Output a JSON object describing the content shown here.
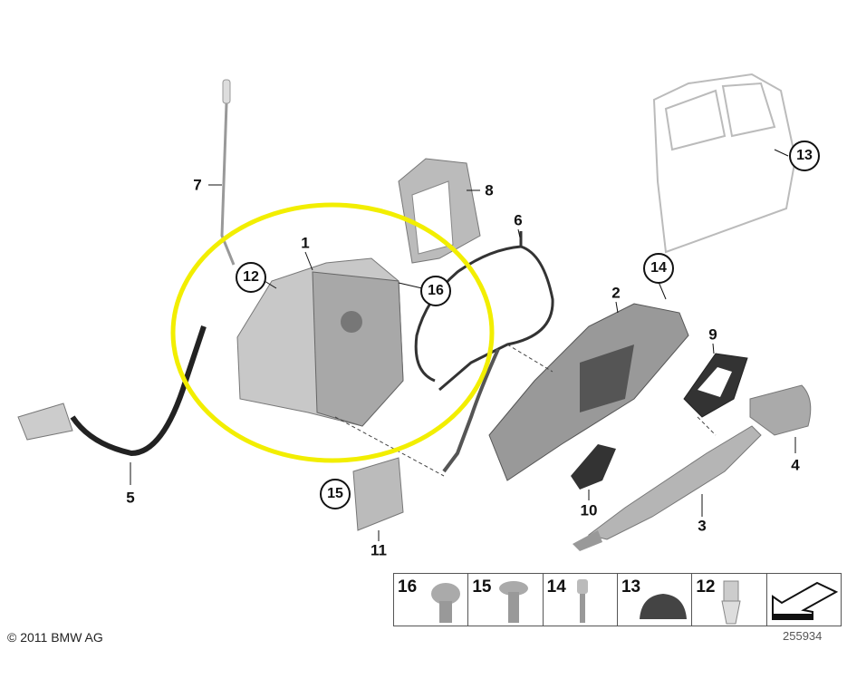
{
  "diagram": {
    "callouts": [
      {
        "num": "1",
        "style": "plain"
      },
      {
        "num": "2",
        "style": "plain"
      },
      {
        "num": "3",
        "style": "plain"
      },
      {
        "num": "4",
        "style": "plain"
      },
      {
        "num": "5",
        "style": "plain"
      },
      {
        "num": "6",
        "style": "plain"
      },
      {
        "num": "7",
        "style": "plain"
      },
      {
        "num": "8",
        "style": "plain"
      },
      {
        "num": "9",
        "style": "plain"
      },
      {
        "num": "10",
        "style": "plain"
      },
      {
        "num": "11",
        "style": "plain"
      },
      {
        "num": "12",
        "style": "circled"
      },
      {
        "num": "13",
        "style": "circled"
      },
      {
        "num": "14",
        "style": "circled"
      },
      {
        "num": "15",
        "style": "circled"
      },
      {
        "num": "16",
        "style": "circled"
      }
    ],
    "highlight_color": "#f2ee00",
    "legend": [
      "16",
      "15",
      "14",
      "13",
      "12"
    ],
    "copyright": "© 2011 BMW AG",
    "reference": "255934"
  }
}
